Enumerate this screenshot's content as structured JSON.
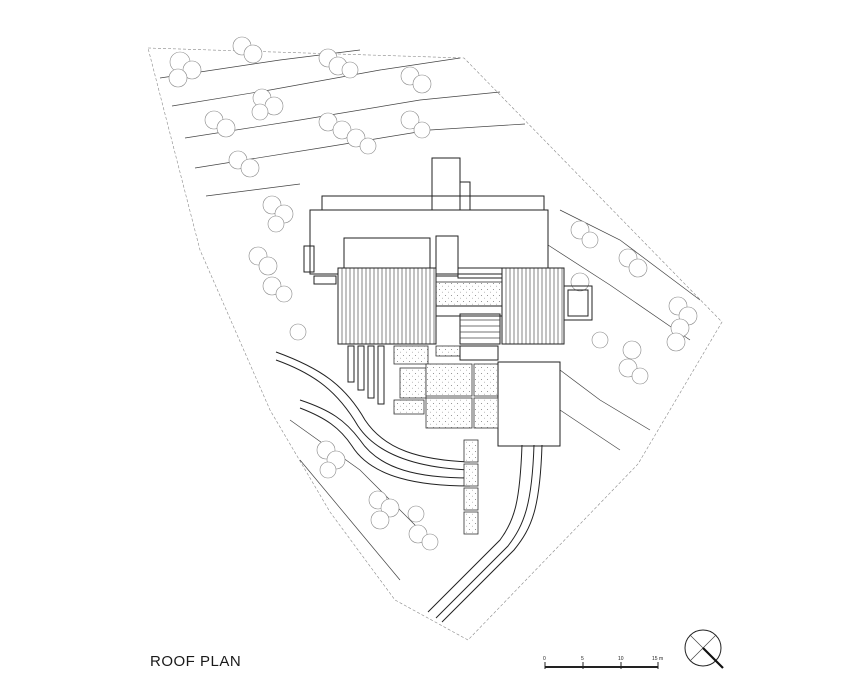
{
  "drawing": {
    "title": "ROOF PLAN",
    "scale_bar": {
      "ticks": [
        "0",
        "5",
        "10",
        "15 m"
      ]
    },
    "north_arrow": "north-arrow-icon"
  },
  "colors": {
    "line": "#222222",
    "site_boundary": "#888888",
    "background": "#ffffff"
  }
}
